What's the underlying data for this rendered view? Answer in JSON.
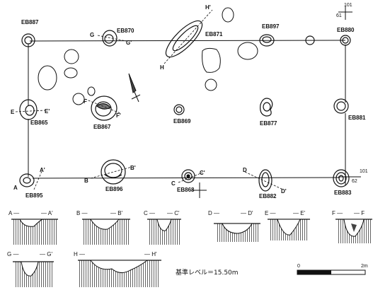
{
  "plan": {
    "features": [
      {
        "id": "EB887",
        "label": "EB887"
      },
      {
        "id": "EB870",
        "label": "EB870"
      },
      {
        "id": "EB871",
        "label": "EB871"
      },
      {
        "id": "EB897",
        "label": "EB897"
      },
      {
        "id": "EB880",
        "label": "EB880"
      },
      {
        "id": "EB865",
        "label": "EB865"
      },
      {
        "id": "EB867",
        "label": "EB867"
      },
      {
        "id": "EB869",
        "label": "EB869"
      },
      {
        "id": "EB877",
        "label": "EB877"
      },
      {
        "id": "EB881",
        "label": "EB881"
      },
      {
        "id": "EB895",
        "label": "EB895"
      },
      {
        "id": "EB896",
        "label": "EB896"
      },
      {
        "id": "EB868",
        "label": "EB868"
      },
      {
        "id": "EB882",
        "label": "EB882"
      },
      {
        "id": "EB883",
        "label": "EB883"
      }
    ],
    "section_markers": {
      "A": "A",
      "A_prime": "A'",
      "B": "B",
      "B_prime": "B'",
      "C": "C",
      "C_prime": "C'",
      "D": "D",
      "D_prime": "D'",
      "E": "E",
      "E_prime": "E'",
      "F": "F",
      "F_prime": "F'",
      "G": "G",
      "G_prime": "G'",
      "H": "H",
      "H_prime": "H'"
    },
    "grid_refs": {
      "top_right_col": "101",
      "top_right_row": "61",
      "bottom_right_col": "101",
      "bottom_right_row": "62"
    }
  },
  "sections": [
    {
      "start": "A —",
      "end": "— A'"
    },
    {
      "start": "B —",
      "end": "— B'"
    },
    {
      "start": "C —",
      "end": "— C'"
    },
    {
      "start": "D —",
      "end": "— D'"
    },
    {
      "start": "E —",
      "end": "— E'"
    },
    {
      "start": "F —",
      "end": "— F"
    },
    {
      "start": "G —",
      "end": "— G'"
    },
    {
      "start": "H —",
      "end": "— H'"
    }
  ],
  "level_note": "基準レベル＝15.50m",
  "scale": {
    "start": "0",
    "end": "2m"
  }
}
